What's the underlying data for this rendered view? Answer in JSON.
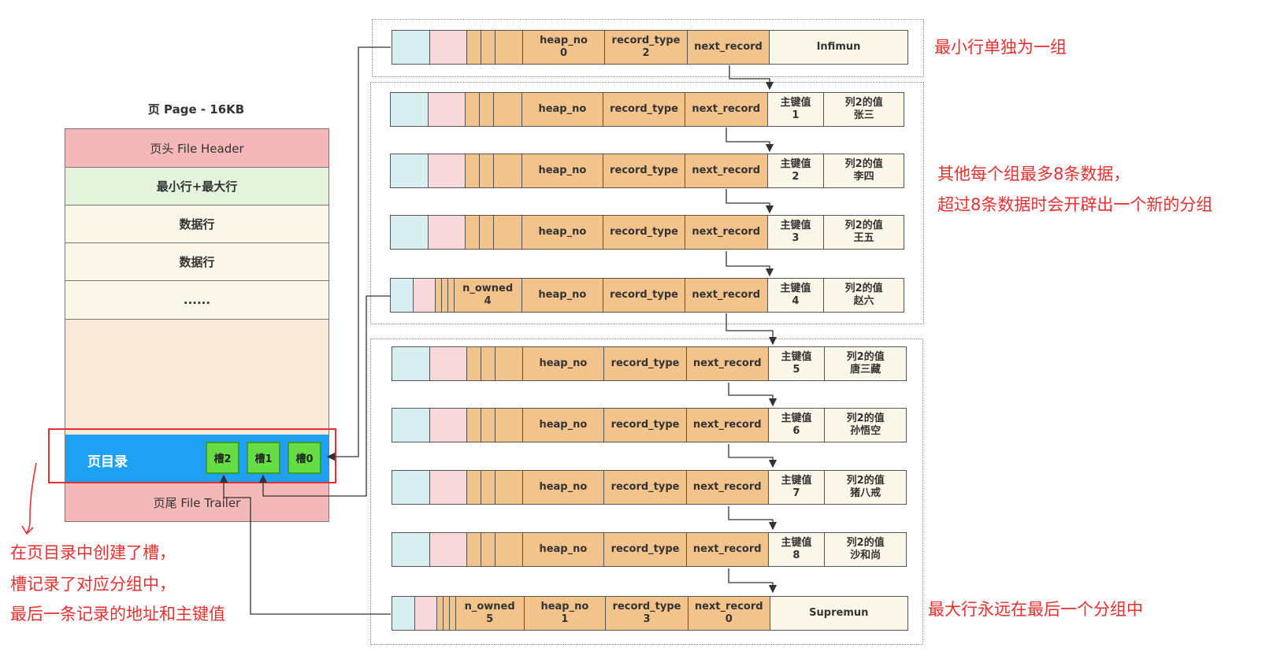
{
  "page": {
    "title": "页 Page - 16KB",
    "sections": [
      "页头 File Header",
      "最小行+最大行",
      "数据行",
      "数据行",
      "......"
    ],
    "directory_label": "页目录",
    "slots": [
      "槽2",
      "槽1",
      "槽0"
    ],
    "trailer": "页尾 File Trailer"
  },
  "fields": {
    "heap_no": "heap_no",
    "record_type": "record_type",
    "next_record": "next_record",
    "n_owned": "n_owned",
    "pk_label": "主键值",
    "col2_label": "列2的值"
  },
  "infimum": {
    "heap_no": "0",
    "record_type": "2",
    "name": "Infimun"
  },
  "supremum": {
    "n_owned": "5",
    "heap_no": "1",
    "record_type": "3",
    "next_record": "0",
    "name": "Supremun"
  },
  "group2_records": [
    {
      "pk": "1",
      "col2": "张三",
      "n_owned": ""
    },
    {
      "pk": "2",
      "col2": "李四",
      "n_owned": ""
    },
    {
      "pk": "3",
      "col2": "王五",
      "n_owned": ""
    },
    {
      "pk": "4",
      "col2": "赵六",
      "n_owned": "4"
    }
  ],
  "group3_records": [
    {
      "pk": "5",
      "col2": "唐三藏"
    },
    {
      "pk": "6",
      "col2": "孙悟空"
    },
    {
      "pk": "7",
      "col2": "猪八戒"
    },
    {
      "pk": "8",
      "col2": "沙和尚"
    }
  ],
  "notes": {
    "min_row": "最小行单独为一组",
    "group_line1": "其他每个组最多8条数据，",
    "group_line2": "超过8条数据时会开辟出一个新的分组",
    "slot_line1": "在页目录中创建了槽，",
    "slot_line2": "槽记录了对应分组中，",
    "slot_line3": "最后一条记录的地址和主键值",
    "max_row": "最大行永远在最后一个分组中"
  },
  "colors": {
    "header": "#f4b8b8",
    "minmax": "#e3f3dc",
    "data": "#fbf7e8",
    "free": "#fae8d8",
    "directory": "#1ea1f2",
    "slot": "#66dd44",
    "orange": "#f3c38c",
    "note": "#e53030"
  }
}
